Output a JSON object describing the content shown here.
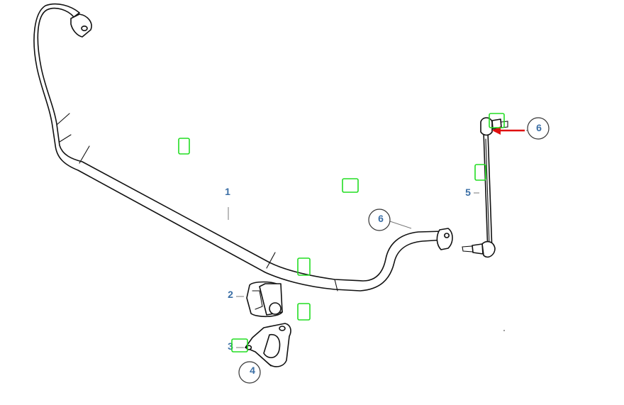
{
  "diagram": {
    "callouts": {
      "stabilizer_bar": "1",
      "bushing": "2",
      "clamp": "3",
      "clamp_bubble": "4",
      "link": "5",
      "bar_end_bubble": "6",
      "link_top_bubble": "6"
    },
    "colors": {
      "callout_text": "#3a6ea5",
      "hotspot": "#22dd22",
      "pointer_arrow": "#e01010",
      "line_art": "#111111"
    }
  }
}
